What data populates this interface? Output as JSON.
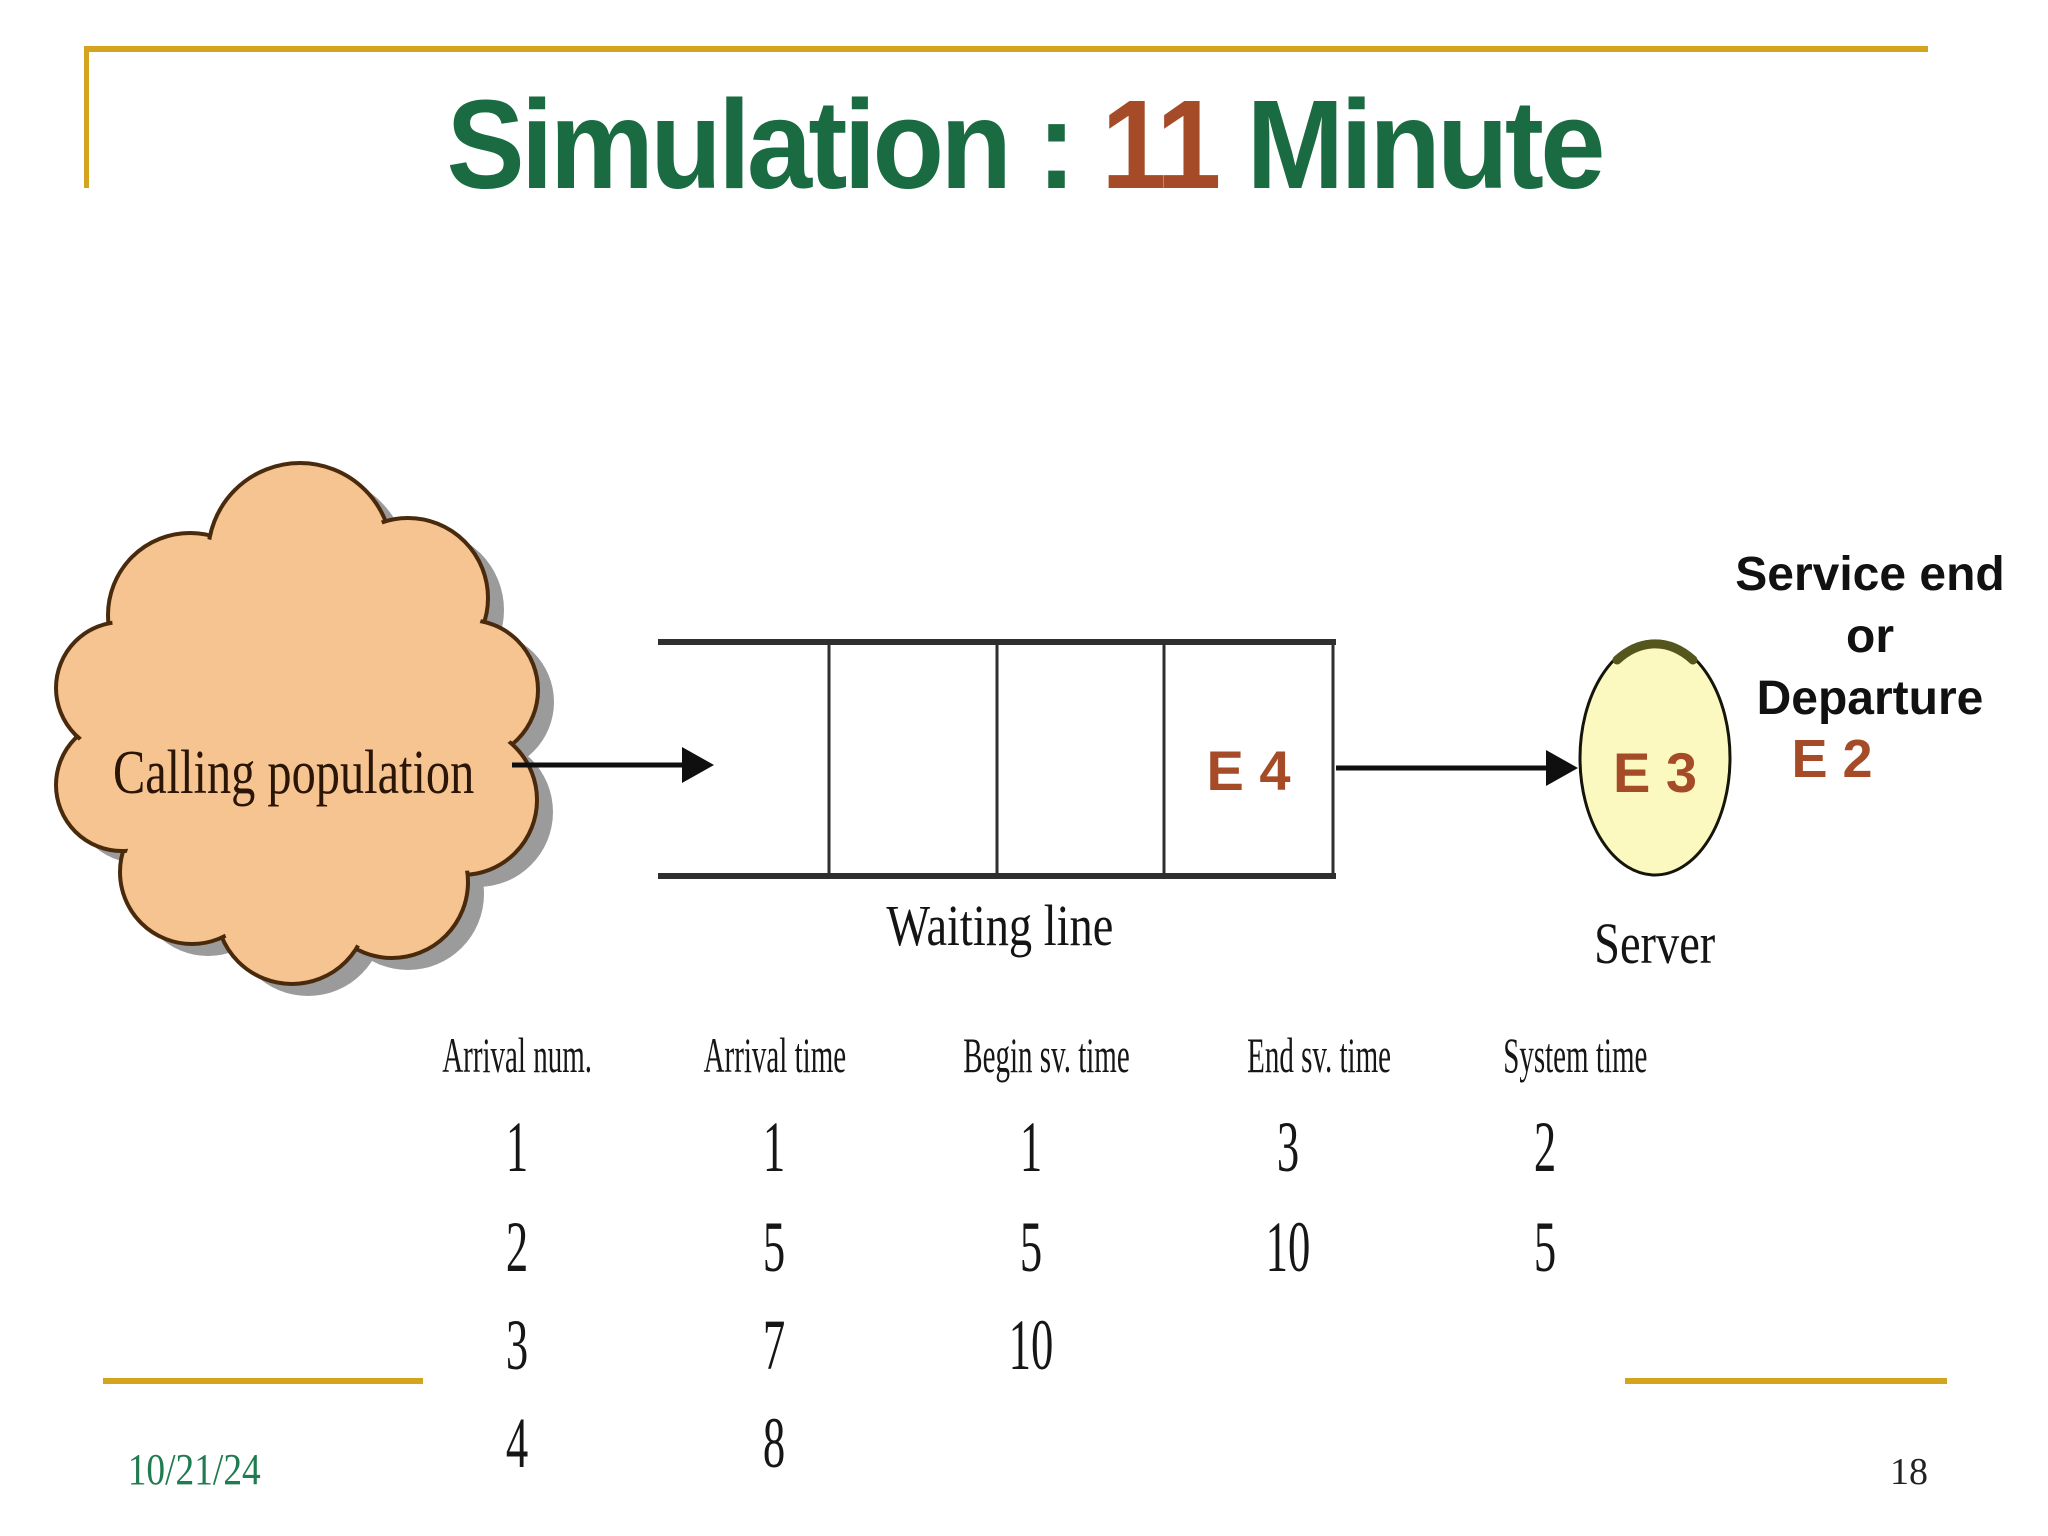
{
  "slide": {
    "title": {
      "prefix": "Simulation : ",
      "highlight": "11",
      "suffix": " Minute"
    },
    "footer": {
      "date": "10/21/24",
      "page_number": "18"
    }
  },
  "diagram": {
    "calling_population_label": "Calling population",
    "waiting_line_label": "Waiting line",
    "server_label": "Server",
    "queue_slots": 3,
    "events": {
      "queue_head": "E 4",
      "in_service": "E 3",
      "departed": "E 2"
    },
    "service_end_lines": [
      "Service end",
      "or",
      "Departure"
    ],
    "icons": {
      "flow_arrow": "black right arrow"
    }
  },
  "table": {
    "headers": [
      "Arrival num.",
      "Arrival time",
      "Begin sv. time",
      "End sv. time",
      "System time"
    ],
    "rows": [
      [
        "1",
        "1",
        "1",
        "3",
        "2"
      ],
      [
        "2",
        "5",
        "5",
        "10",
        "5"
      ],
      [
        "3",
        "7",
        "10",
        "",
        ""
      ],
      [
        "4",
        "8",
        "",
        "",
        ""
      ]
    ]
  },
  "colors": {
    "title_green": "#1A6B41",
    "accent_brown": "#A54B28",
    "gold_line": "#D5A41F",
    "cloud_fill": "#F6C490",
    "cloud_outline": "#4A2A0C",
    "cloud_shadow": "#9B9B9B",
    "server_fill": "#FBF9C0",
    "diagram_line": "#1A1A1A",
    "footer_green": "#1F7B50"
  }
}
